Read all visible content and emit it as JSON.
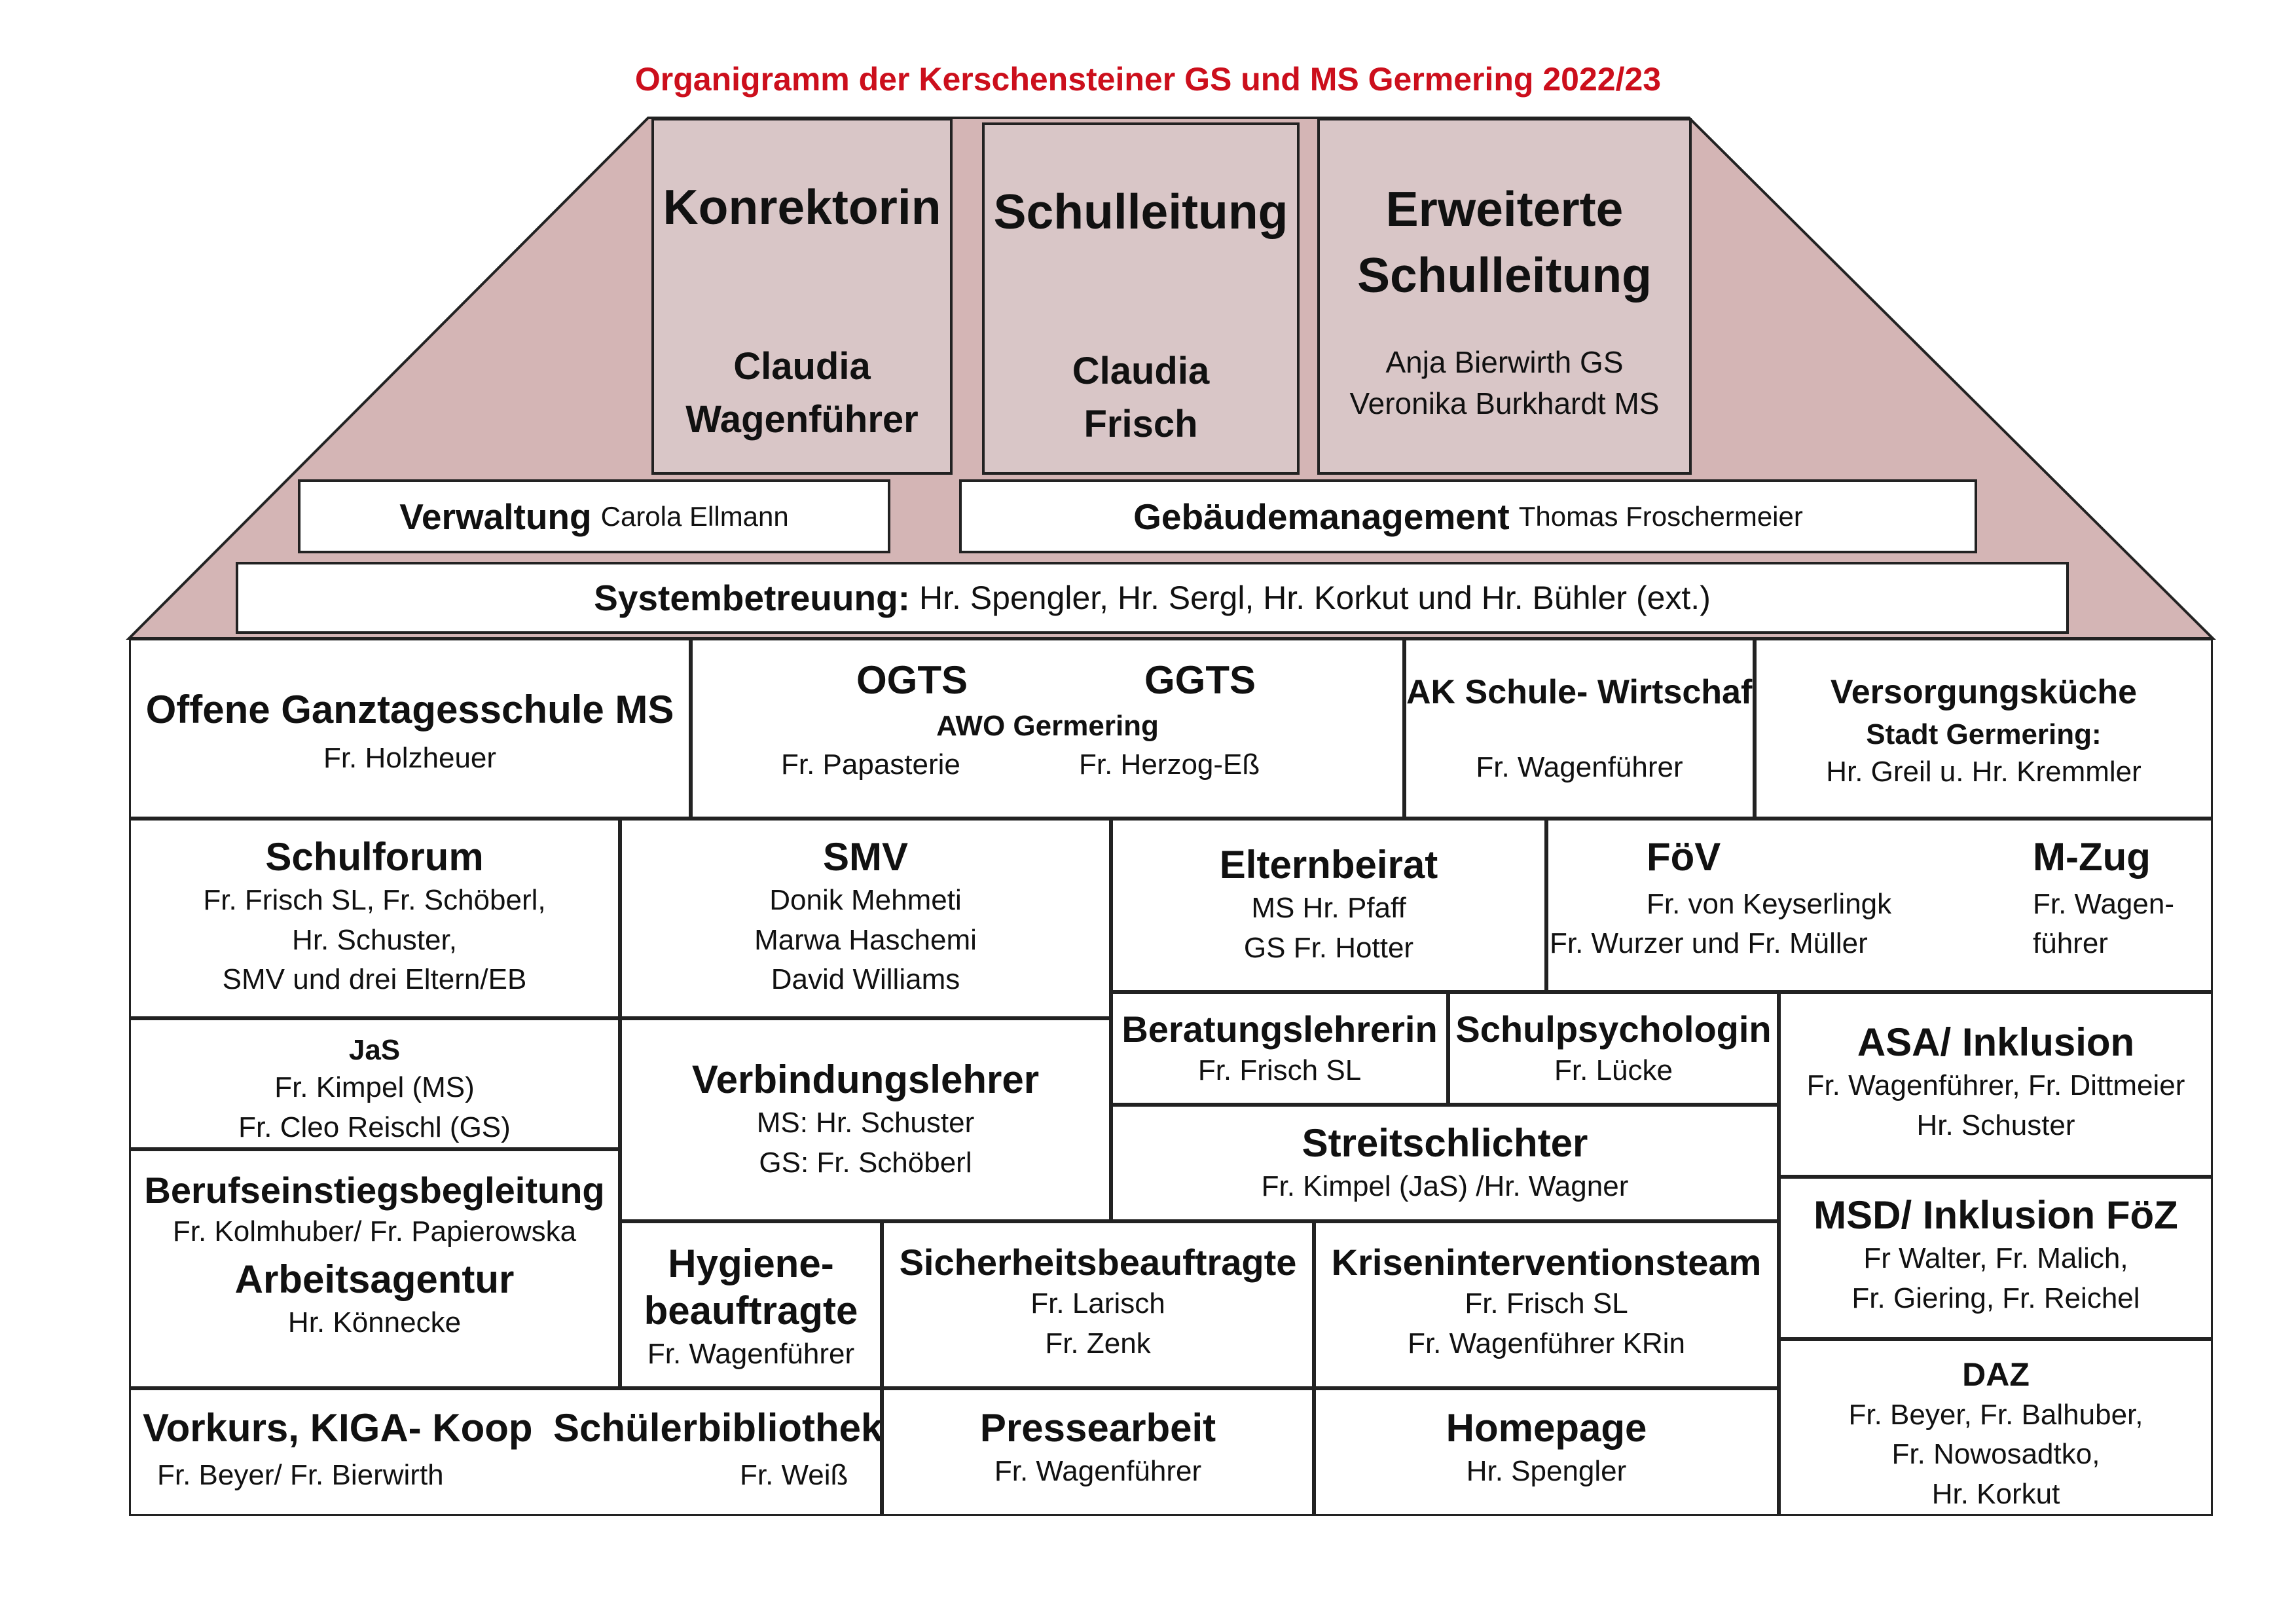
{
  "title": "Organigramm der Kerschensteiner GS und MS Germering 2022/23",
  "colors": {
    "title": "#cc0f1c",
    "roof": "#d4b5b5",
    "top_box": "#d9c6c7",
    "border": "#222222"
  },
  "top": {
    "konrektorin": {
      "title": "Konrektorin",
      "name1": "Claudia",
      "name2": "Wagenführer"
    },
    "schulleitung": {
      "title": "Schulleitung",
      "name1": "Claudia",
      "name2": "Frisch"
    },
    "erweiterte": {
      "title1": "Erweiterte",
      "title2": "Schulleitung",
      "name1": "Anja Bierwirth GS",
      "name2": "Veronika Burkhardt MS"
    }
  },
  "bars": {
    "verwaltung": {
      "title": "Verwaltung",
      "name": "Carola Ellmann"
    },
    "gebaeude": {
      "title": "Gebäudemanagement",
      "name": "Thomas Froschermeier"
    },
    "system": {
      "title": "Systembetreuung:",
      "name": "Hr. Spengler, Hr. Sergl, Hr. Korkut und Hr. Bühler (ext.)"
    }
  },
  "cells": {
    "ogs_ms": {
      "title": "Offene Ganztagesschule MS",
      "l1": "Fr. Holzheuer"
    },
    "ogts": {
      "t1": "OGTS",
      "t2": "GGTS",
      "sub": "AWO Germering",
      "n1": "Fr. Papasterie",
      "n2": "Fr. Herzog-Eß"
    },
    "ak": {
      "title": "AK Schule- Wirtschaft",
      "l1": "Fr. Wagenführer"
    },
    "kueche": {
      "title": "Versorgungsküche",
      "sub": "Stadt Germering:",
      "l1": "Hr. Greil u. Hr. Kremmler"
    },
    "schulforum": {
      "title": "Schulforum",
      "l1": "Fr. Frisch SL, Fr. Schöberl,",
      "l2": "Hr. Schuster,",
      "l3": "SMV und drei Eltern/EB"
    },
    "smv": {
      "title": "SMV",
      "l1": "Donik Mehmeti",
      "l2": "Marwa Haschemi",
      "l3": "David Williams"
    },
    "elternbeirat": {
      "title": "Elternbeirat",
      "l1": "MS Hr. Pfaff",
      "l2": "GS Fr. Hotter"
    },
    "foev": {
      "title": "FöV",
      "l1": "Fr. von Keyserlingk",
      "l2": "Fr. Wurzer und Fr. Müller"
    },
    "mzug": {
      "title": "M-Zug",
      "l1": "Fr. Wagen-",
      "l2": "führer"
    },
    "jas": {
      "title": "JaS",
      "l1": "Fr. Kimpel (MS)",
      "l2": "Fr. Cleo Reischl (GS)"
    },
    "verbindung": {
      "title": "Verbindungslehrer",
      "l1": "MS: Hr. Schuster",
      "l2": "GS: Fr. Schöberl"
    },
    "beratung": {
      "title": "Beratungslehrerin",
      "l1": "Fr. Frisch SL"
    },
    "schulpsych": {
      "title": "Schulpsychologin",
      "l1": "Fr. Lücke"
    },
    "asa": {
      "title": "ASA/ Inklusion",
      "l1": "Fr. Wagenführer, Fr. Dittmeier",
      "l2": "Hr. Schuster"
    },
    "streit": {
      "title": "Streitschlichter",
      "l1": "Fr. Kimpel (JaS) /Hr. Wagner"
    },
    "beruf": {
      "title": "Berufseinstiegsbegleitung",
      "l1": "Fr. Kolmhuber/ Fr. Papierowska",
      "title2": "Arbeitsagentur",
      "l2": "Hr. Könnecke"
    },
    "hygiene": {
      "title1": "Hygiene-",
      "title2": "beauftragte",
      "l1": "Fr. Wagenführer"
    },
    "sicherheit": {
      "title": "Sicherheitsbeauftragte",
      "l1": "Fr. Larisch",
      "l2": "Fr. Zenk"
    },
    "krise": {
      "title": "Kriseninterventionsteam",
      "l1": "Fr. Frisch SL",
      "l2": "Fr. Wagenführer KRin"
    },
    "msd": {
      "title": "MSD/ Inklusion FöZ",
      "l1": "Fr Walter, Fr. Malich,",
      "l2": "Fr. Giering, Fr. Reichel"
    },
    "vorkurs": {
      "title": "Vorkurs, KIGA- Koop",
      "l1": "Fr. Beyer/ Fr. Bierwirth"
    },
    "bibliothek": {
      "title": "Schülerbibliothek",
      "l1": "Fr. Weiß"
    },
    "presse": {
      "title": "Pressearbeit",
      "l1": "Fr. Wagenführer"
    },
    "homepage": {
      "title": "Homepage",
      "l1": "Hr. Spengler"
    },
    "daz": {
      "title": "DAZ",
      "l1": "Fr. Beyer, Fr. Balhuber,",
      "l2": "Fr. Nowosadtko,",
      "l3": "Hr. Korkut"
    }
  }
}
